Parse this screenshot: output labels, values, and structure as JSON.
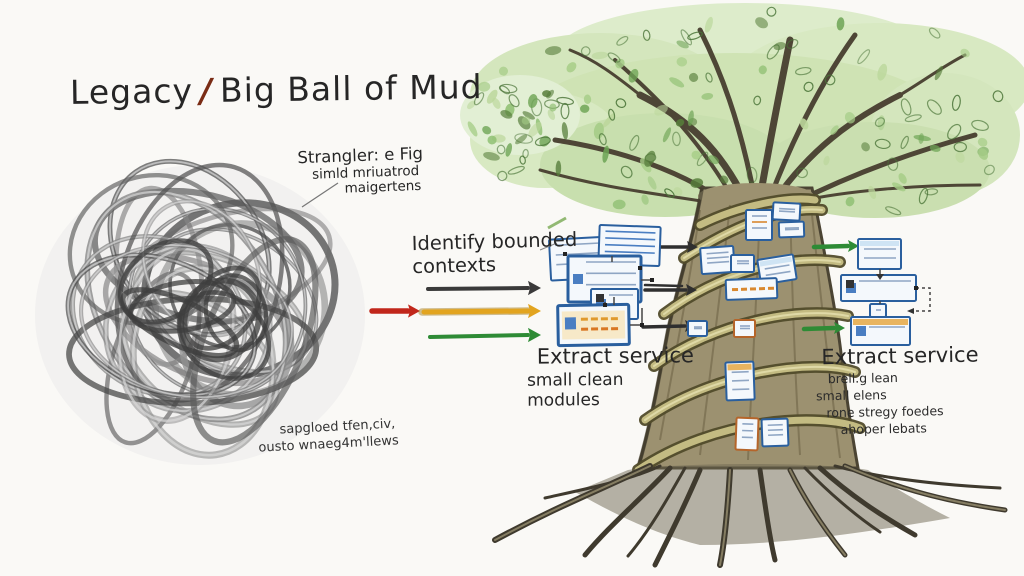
{
  "title": {
    "part1": "Legacy",
    "separator": "/",
    "part2": "Big Ball of Mud"
  },
  "annotations": {
    "strangler_fig": {
      "line1": "Strangler: e Fig",
      "line2": "simld mriuatrod",
      "line3": "maigertens"
    },
    "mud_note": {
      "line1": "sapgloed tfen,civ,",
      "line2": "ousto wnaeg4m'llews"
    }
  },
  "steps": {
    "identify": {
      "line1": "Identify bounded",
      "line2": "contexts"
    },
    "extract_mid": {
      "title": "Extract service",
      "line1": "small clean",
      "line2": "modules"
    },
    "extract_right": {
      "title": "Extract service",
      "line1": "brell.g lean",
      "line2": "small elens",
      "line3": "rone stregy foedes",
      "line4": "ahoper lebats"
    }
  },
  "icons": {
    "red_arrow": "right-arrow",
    "yellow_arrow": "right-arrow",
    "black_arrow": "right-arrow",
    "green_arrow": "right-arrow"
  },
  "colors": {
    "title_slash": "#7a2c15",
    "red_arrow": "#c1271b",
    "yellow_arrow": "#e2a41f",
    "black_arrow": "#3a3a3a",
    "green_arrow": "#2e8b35",
    "service_box_border": "#2a5f9e",
    "orange_accent": "#d9822b",
    "trunk": "#9c9170",
    "vine": "#c3bb82",
    "foliage": "#a3cc80"
  }
}
